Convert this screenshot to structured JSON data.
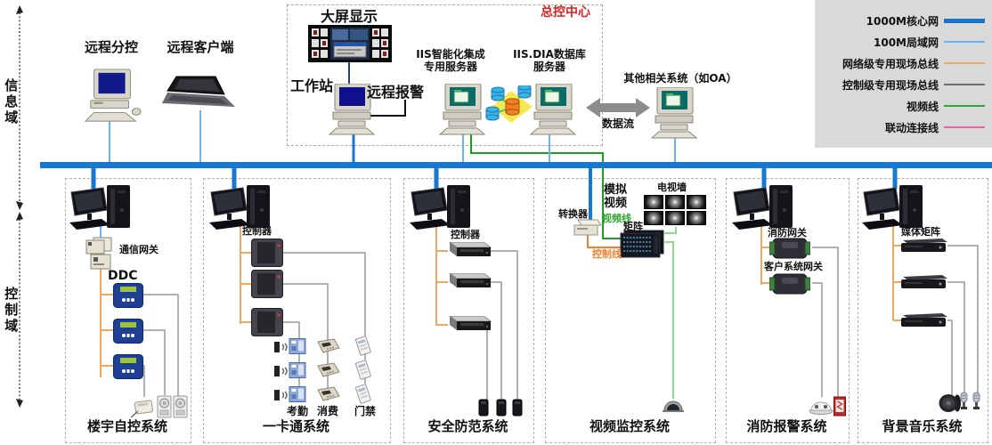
{
  "colors": {
    "core_network": "#1778d2",
    "lan": "#6db3ea",
    "field_bus_network": "#f0a860",
    "field_bus_control": "#6e6e6e",
    "video_line": "#3da13d",
    "linkage_line": "#ef5f9f",
    "title_red": "#e02020"
  },
  "legend": {
    "items": [
      {
        "label": "1000M核心网",
        "color": "#1874cd"
      },
      {
        "label": "100M局域网",
        "color": "#6db3ea"
      },
      {
        "label": "网络级专用现场总线",
        "color": "#f0a860"
      },
      {
        "label": "控制级专用现场总线",
        "color": "#6e6e6e"
      },
      {
        "label": "视频线",
        "color": "#3da13d"
      },
      {
        "label": "联动连接线",
        "color": "#ef5f9f"
      }
    ]
  },
  "domains": {
    "info": "信息域",
    "control": "控制域"
  },
  "info_zone": {
    "remote_branch": "远程分控",
    "remote_client": "远程客户端",
    "control_center": {
      "title": "总控中心",
      "big_screen": "大屏显示",
      "workstation": "工作站",
      "remote_alarm": "远程报警",
      "iis_server_l1": "IIS智能化集成",
      "iis_server_l2": "专用服务器",
      "db_server_l1": "IIS.DIA数据库",
      "db_server_l2": "服务器"
    },
    "other_system": "其他相关系统（如OA）",
    "data_flow": "数据流"
  },
  "systems": {
    "bas": {
      "name": "楼宇自控系统",
      "gateway": "通信网关",
      "ddc": "DDC"
    },
    "one_card": {
      "name": "一卡通系统",
      "controller": "控制器",
      "attendance": "考勤",
      "consume": "消费",
      "access": "门禁"
    },
    "security": {
      "name": "安全防范系统",
      "controller": "控制器"
    },
    "video": {
      "name": "视频监控系统",
      "analog_video": "模拟视频",
      "video_line": "视频线",
      "converter": "转换器",
      "matrix": "矩阵",
      "tv_wall": "电视墙",
      "control_line": "控制线"
    },
    "fire": {
      "name": "消防报警系统",
      "fire_gateway": "消防网关",
      "client_gateway": "客户系统网关"
    },
    "music": {
      "name": "背景音乐系统",
      "media_matrix": "媒体矩阵"
    }
  }
}
